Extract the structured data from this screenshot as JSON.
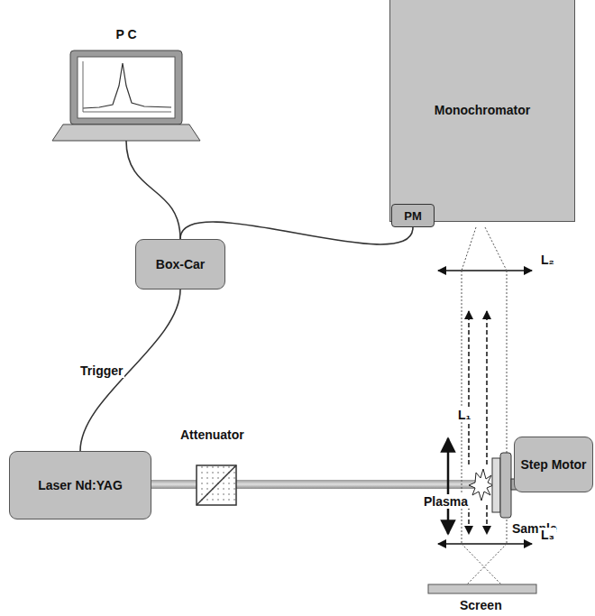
{
  "diagram": {
    "nodes": [
      {
        "text": [
          "P C"
        ]
      },
      {
        "text": [
          "Box-Car"
        ]
      },
      {
        "text": [
          "Monochromator"
        ]
      },
      {
        "text": [
          "PM"
        ]
      },
      {
        "text": [
          "Laser Nd:YAG"
        ]
      },
      {
        "text": [
          "Step Motor"
        ]
      }
    ],
    "edges": [
      {
        "from": 0,
        "to": 1,
        "arrow": "none"
      },
      {
        "from": 1,
        "to": 3,
        "arrow": "none"
      },
      {
        "from": 4,
        "to": 1,
        "arrow": "none",
        "label": "Trigger"
      }
    ],
    "labels": [
      "Attenuator",
      "L₁",
      "Plasma",
      "Sample",
      "L₂",
      "L₃",
      "Screen"
    ]
  }
}
